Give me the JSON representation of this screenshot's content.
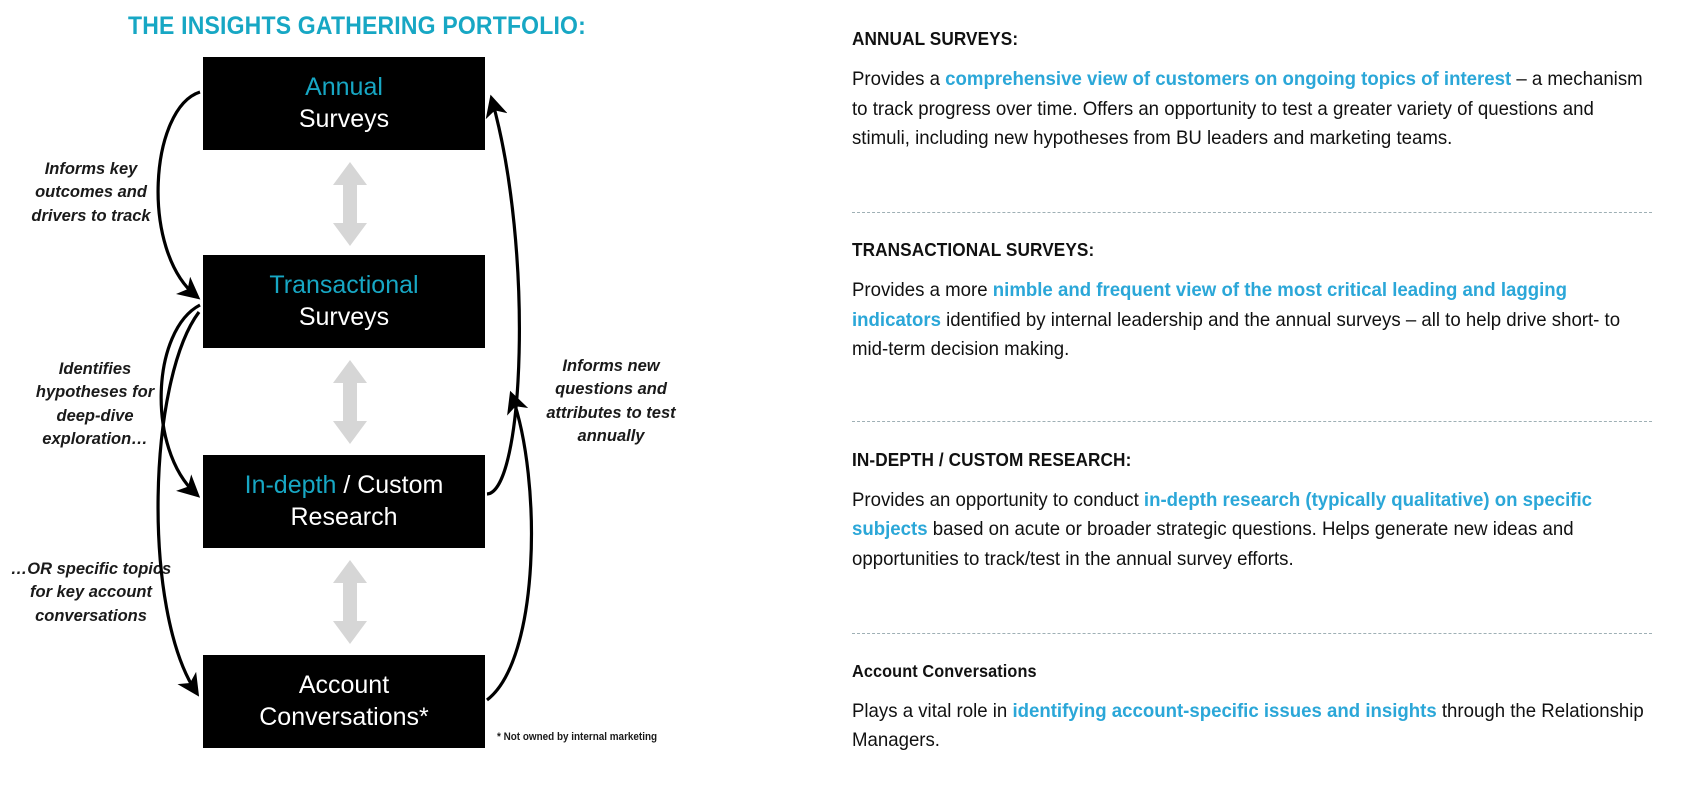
{
  "colors": {
    "accent": "#17a7c4",
    "highlight": "#2ba7d8",
    "box_fill": "#000000",
    "arrow_grey": "#d6d6d6",
    "text_dark": "#111111"
  },
  "diagram": {
    "title": "THE INSIGHTS GATHERING PORTFOLIO:",
    "boxes": [
      {
        "id": "annual",
        "line1_accent": "Annual",
        "line1_plain": "",
        "line2": "Surveys"
      },
      {
        "id": "transactional",
        "line1_accent": "Transactional",
        "line1_plain": "",
        "line2": "Surveys"
      },
      {
        "id": "indepth",
        "line1_accent": "In-depth",
        "line1_plain": " / Custom",
        "line2": "Research"
      },
      {
        "id": "account",
        "line1_accent": "",
        "line1_plain": "Account",
        "line2": "Conversations*"
      }
    ],
    "notes": {
      "left_1": "Informs key outcomes and drivers to track",
      "left_2": "Identifies hypotheses for deep-dive exploration…",
      "left_3": "…OR specific topics for key account conversations",
      "right_1": "Informs new questions and attributes to test annually"
    },
    "footnote": "* Not owned by internal marketing",
    "icons": {
      "double_arrow": "up-down-double-arrow-icon",
      "curve_feedback": "curved-feedback-arrow-icon"
    }
  },
  "details": {
    "sections": [
      {
        "id": "annual",
        "heading": "ANNUAL SURVEYS:",
        "parts": [
          {
            "text": "Provides a ",
            "highlight": false
          },
          {
            "text": "comprehensive view of customers on ongoing topics of interest",
            "highlight": true
          },
          {
            "text": " – a mechanism to track progress over time. Offers an opportunity to test a greater variety of questions and stimuli, including new hypotheses from BU leaders and marketing teams.",
            "highlight": false
          }
        ]
      },
      {
        "id": "transactional",
        "heading": "TRANSACTIONAL SURVEYS:",
        "parts": [
          {
            "text": "Provides a more ",
            "highlight": false
          },
          {
            "text": "nimble and frequent view of the most critical leading and lagging indicators",
            "highlight": true
          },
          {
            "text": " identified by internal leadership and the annual surveys – all to help drive short- to mid-term decision making.",
            "highlight": false
          }
        ]
      },
      {
        "id": "indepth",
        "heading": "IN-DEPTH / CUSTOM RESEARCH:",
        "parts": [
          {
            "text": "Provides an opportunity to conduct ",
            "highlight": false
          },
          {
            "text": "in-depth research (typically qualitative) on specific subjects",
            "highlight": true
          },
          {
            "text": " based on acute or broader strategic questions. Helps generate new ideas and opportunities to track/test in the annual survey efforts.",
            "highlight": false
          }
        ]
      },
      {
        "id": "account",
        "heading": "Account Conversations",
        "parts": [
          {
            "text": "Plays a vital role in ",
            "highlight": false
          },
          {
            "text": "identifying account-specific issues and insights",
            "highlight": true
          },
          {
            "text": " through the Relationship Managers.",
            "highlight": false
          }
        ]
      }
    ]
  }
}
